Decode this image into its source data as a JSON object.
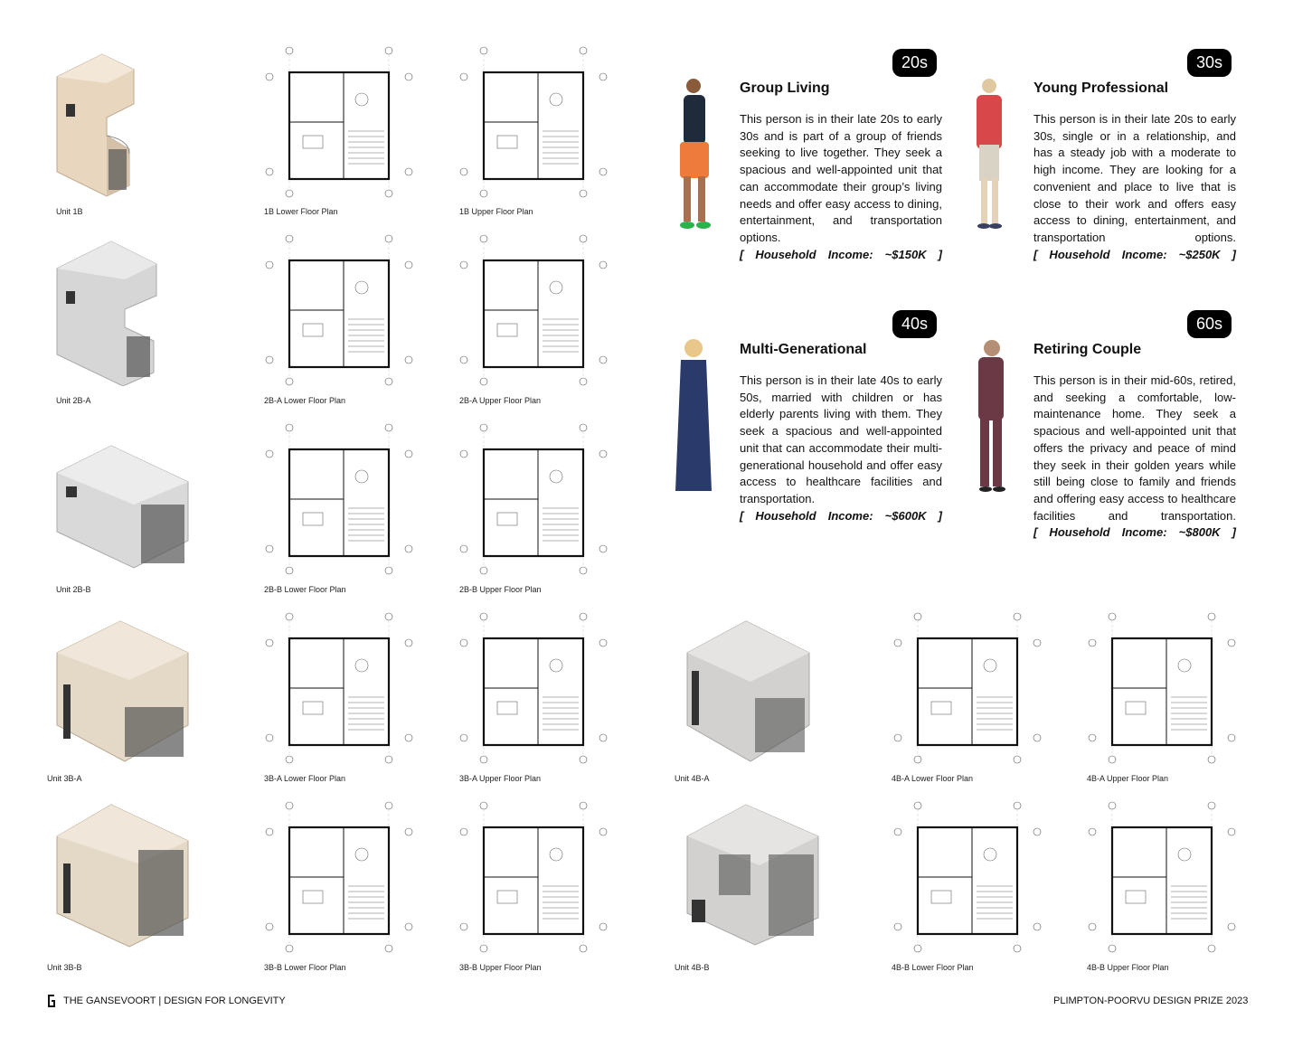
{
  "units": [
    {
      "unit_label": "Unit 1B",
      "lower_label": "1B Lower Floor Plan",
      "upper_label": "1B Upper Floor Plan",
      "color": "#e8d8c4"
    },
    {
      "unit_label": "Unit 2B-A",
      "lower_label": "2B-A Lower Floor Plan",
      "upper_label": "2B-A Upper Floor Plan",
      "color": "#d8d8d8"
    },
    {
      "unit_label": "Unit 2B-B",
      "lower_label": "2B-B Lower Floor Plan",
      "upper_label": "2B-B Upper Floor Plan",
      "color": "#dcdcdc"
    },
    {
      "unit_label": "Unit 3B-A",
      "lower_label": "3B-A Lower Floor Plan",
      "upper_label": "3B-A Upper Floor Plan",
      "color": "#e6dccb"
    },
    {
      "unit_label": "Unit 3B-B",
      "lower_label": "3B-B Lower Floor Plan",
      "upper_label": "3B-B Upper Floor Plan",
      "color": "#e6dccb"
    },
    {
      "unit_label": "Unit 4B-A",
      "lower_label": "4B-A Lower Floor Plan",
      "upper_label": "4B-A Upper Floor Plan",
      "color": "#d6d4d2"
    },
    {
      "unit_label": "Unit 4B-B",
      "lower_label": "4B-B Lower Floor Plan",
      "upper_label": "4B-B Upper Floor Plan",
      "color": "#d6d4d2"
    }
  ],
  "personas": [
    {
      "age": "20s",
      "title": "Group Living",
      "body": "This person is in their late 20s to early 30s and is part of a group of friends seeking to live together. They seek a spacious and well-appointed unit that can accommodate their group’s living needs and offer easy access to dining, entertainment, and transportation options.",
      "income": "[ Household Income: ~$150K ]"
    },
    {
      "age": "30s",
      "title": "Young Professional",
      "body": "This person is in their late 20s to early 30s, single or in a relationship, and has a steady job with a moderate to high income. They are looking for a convenient and place to live that is close to their work and offers easy access to dining, entertainment, and transportation options.",
      "income": "[ Household Income: ~$250K ]"
    },
    {
      "age": "40s",
      "title": "Multi-Generational",
      "body": "This person is in their late 40s to early 50s, married with children or has elderly parents living with them. They seek a spacious and well-appointed unit that can accommodate their multi-generational household and offer easy access to healthcare facilities and transportation.",
      "income": "[ Household Income: ~$600K ]"
    },
    {
      "age": "60s",
      "title": "Retiring Couple",
      "body": "This person is in their mid-60s, retired, and seeking a comfortable, low-maintenance home. They seek a spacious and well-appointed unit that offers the privacy and peace of mind they seek in their golden years while still being close to family and friends and offering easy access to healthcare facilities and transportation.",
      "income": "[ Household Income: ~$800K ]"
    }
  ],
  "footer": {
    "logo_icon": "g-logo-icon",
    "left": "THE GANSEVOORT | DESIGN FOR LONGEVITY",
    "right": "PLIMPTON-POORVU DESIGN PRIZE 2023"
  }
}
